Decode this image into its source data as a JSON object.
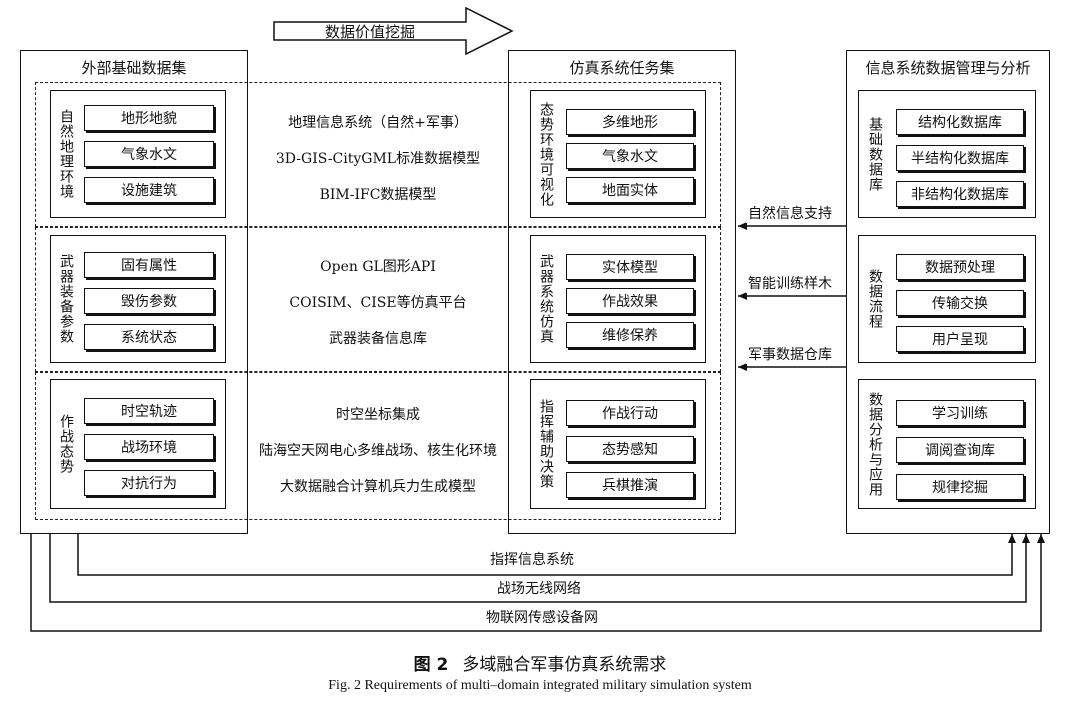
{
  "top_arrow": "数据价值挖掘",
  "left": {
    "title": "外部基础数据集",
    "groups": [
      {
        "label": "自然地理环境",
        "items": [
          "地形地貌",
          "气象水文",
          "设施建筑"
        ]
      },
      {
        "label": "武器装备参数",
        "items": [
          "固有属性",
          "毁伤参数",
          "系统状态"
        ]
      },
      {
        "label": "作战态势",
        "items": [
          "时空轨迹",
          "战场环境",
          "对抗行为"
        ]
      }
    ]
  },
  "middle_text": [
    [
      "地理信息系统（自然+军事）",
      "3D-GIS-CityGML标准数据模型",
      "BIM-IFC数据模型"
    ],
    [
      "Open GL图形API",
      "COISIM、CISE等仿真平台",
      "武器装备信息库"
    ],
    [
      "时空坐标集成",
      "陆海空天网电心多维战场、核生化环境",
      "大数据融合计算机兵力生成模型"
    ]
  ],
  "center": {
    "title": "仿真系统任务集",
    "groups": [
      {
        "label": "态势环境可视化",
        "items": [
          "多维地形",
          "气象水文",
          "地面实体"
        ]
      },
      {
        "label": "武器系统仿真",
        "items": [
          "实体模型",
          "作战效果",
          "维修保养"
        ]
      },
      {
        "label": "指挥辅助决策",
        "items": [
          "作战行动",
          "态势感知",
          "兵棋推演"
        ]
      }
    ]
  },
  "right": {
    "title": "信息系统数据管理与分析",
    "groups": [
      {
        "label": "基础数据库",
        "items": [
          "结构化数据库",
          "半结构化数据库",
          "非结构化数据库"
        ]
      },
      {
        "label": "数据流程",
        "items": [
          "数据预处理",
          "传输交换",
          "用户呈现"
        ]
      },
      {
        "label": "数据分析与应用",
        "items": [
          "学习训练",
          "调阅查询库",
          "规律挖掘"
        ]
      }
    ]
  },
  "links": [
    "自然信息支持",
    "智能训练样木",
    "军事数据仓库"
  ],
  "bottom_links": [
    "指挥信息系统",
    "战场无线网络",
    "物联网传感设备网"
  ],
  "caption": {
    "label": "图 2",
    "text": "多域融合军事仿真系统需求"
  },
  "caption_en": "Fig. 2    Requirements of multi–domain integrated military simulation system"
}
